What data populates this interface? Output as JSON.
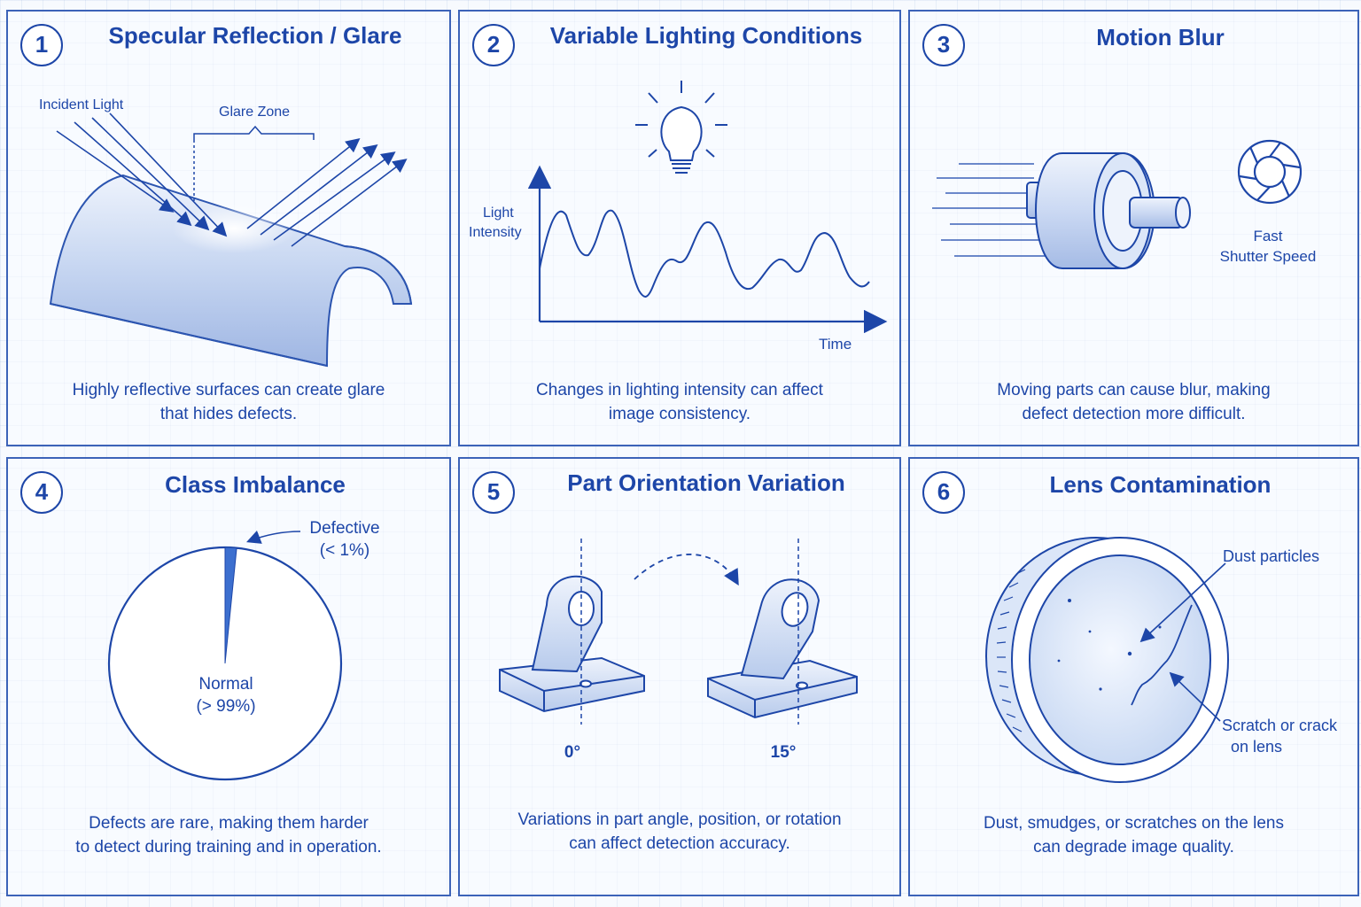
{
  "panels": [
    {
      "number": "1",
      "title": "Specular Reflection / Glare",
      "labels": {
        "incident": "Incident Light",
        "glare_zone": "Glare Zone"
      },
      "caption": [
        "Highly reflective surfaces can create glare",
        "that hides defects."
      ]
    },
    {
      "number": "2",
      "title": "Variable Lighting Conditions",
      "labels": {
        "y_axis": [
          "Light",
          "Intensity"
        ],
        "x_axis": "Time"
      },
      "caption": [
        "Changes in lighting intensity can affect",
        "image consistency."
      ]
    },
    {
      "number": "3",
      "title": "Motion Blur",
      "labels": {
        "shutter": [
          "Fast",
          "Shutter Speed"
        ]
      },
      "caption": [
        "Moving parts can cause blur, making",
        "defect detection more difficult."
      ]
    },
    {
      "number": "4",
      "title": "Class Imbalance",
      "labels": {
        "defective": [
          "Defective",
          "(< 1%)"
        ],
        "normal": [
          "Normal",
          "(> 99%)"
        ]
      },
      "caption": [
        "Defects are rare, making them harder",
        "to detect during training and in operation."
      ]
    },
    {
      "number": "5",
      "title": "Part Orientation Variation",
      "labels": {
        "angle_a": "0°",
        "angle_b": "15°"
      },
      "caption": [
        "Variations in part angle, position, or rotation",
        "can affect detection accuracy."
      ]
    },
    {
      "number": "6",
      "title": "Lens Contamination",
      "labels": {
        "dust": "Dust particles",
        "scratch": [
          "Scratch or crack",
          "on lens"
        ]
      },
      "caption": [
        "Dust, smudges, or scratches on the lens",
        "can degrade image quality."
      ]
    }
  ],
  "pie": {
    "defective_percent": 1,
    "normal_percent": 99
  },
  "icons": [
    "lightbulb-icon",
    "camera-aperture-icon"
  ],
  "colors": {
    "accent": "#1d46a8",
    "line": "#3c63b8",
    "fill": "#dbe6f8"
  }
}
